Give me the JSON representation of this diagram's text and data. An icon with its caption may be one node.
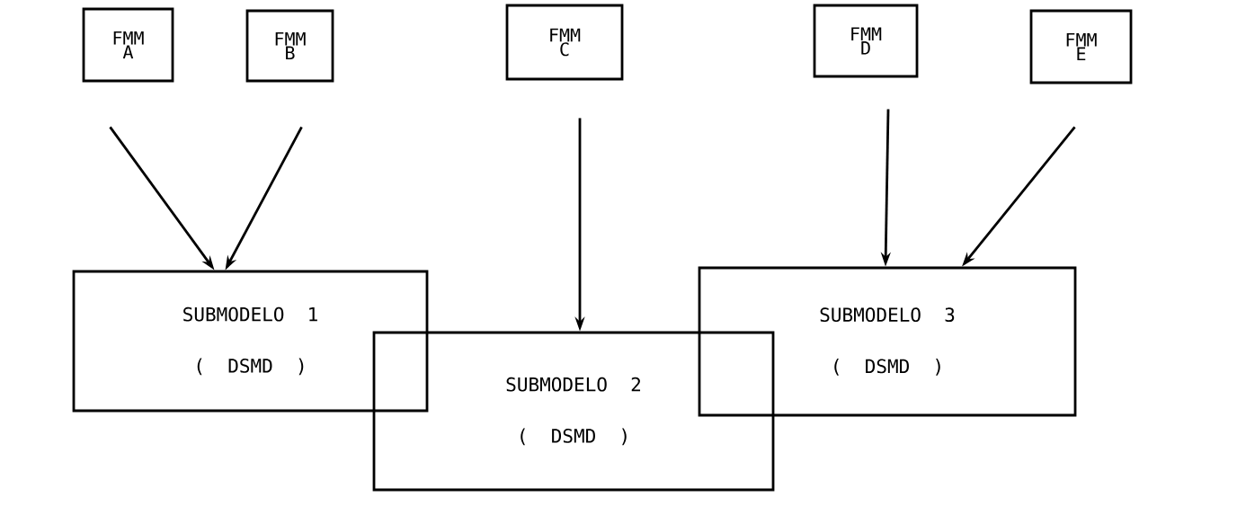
{
  "diagram": {
    "nodes": [
      {
        "text": [
          "FMM A"
        ]
      },
      {
        "text": [
          "FMM B"
        ]
      },
      {
        "text": [
          "FMM C"
        ]
      },
      {
        "text": [
          "FMM D"
        ]
      },
      {
        "text": [
          "FMM E"
        ]
      },
      {
        "text": [
          "SUBMODELO 1",
          "( DSMD )"
        ]
      },
      {
        "text": [
          "SUBMODELO 2",
          "( DSMD )"
        ]
      },
      {
        "text": [
          "SUBMODELO 3",
          "( DSMD )"
        ]
      }
    ],
    "edges": [
      {
        "from": 0,
        "to": 5,
        "arrow": "to"
      },
      {
        "from": 1,
        "to": 5,
        "arrow": "to"
      },
      {
        "from": 2,
        "to": 6,
        "arrow": "to"
      },
      {
        "from": 3,
        "to": 7,
        "arrow": "to"
      },
      {
        "from": 4,
        "to": 7,
        "arrow": "to"
      }
    ]
  }
}
